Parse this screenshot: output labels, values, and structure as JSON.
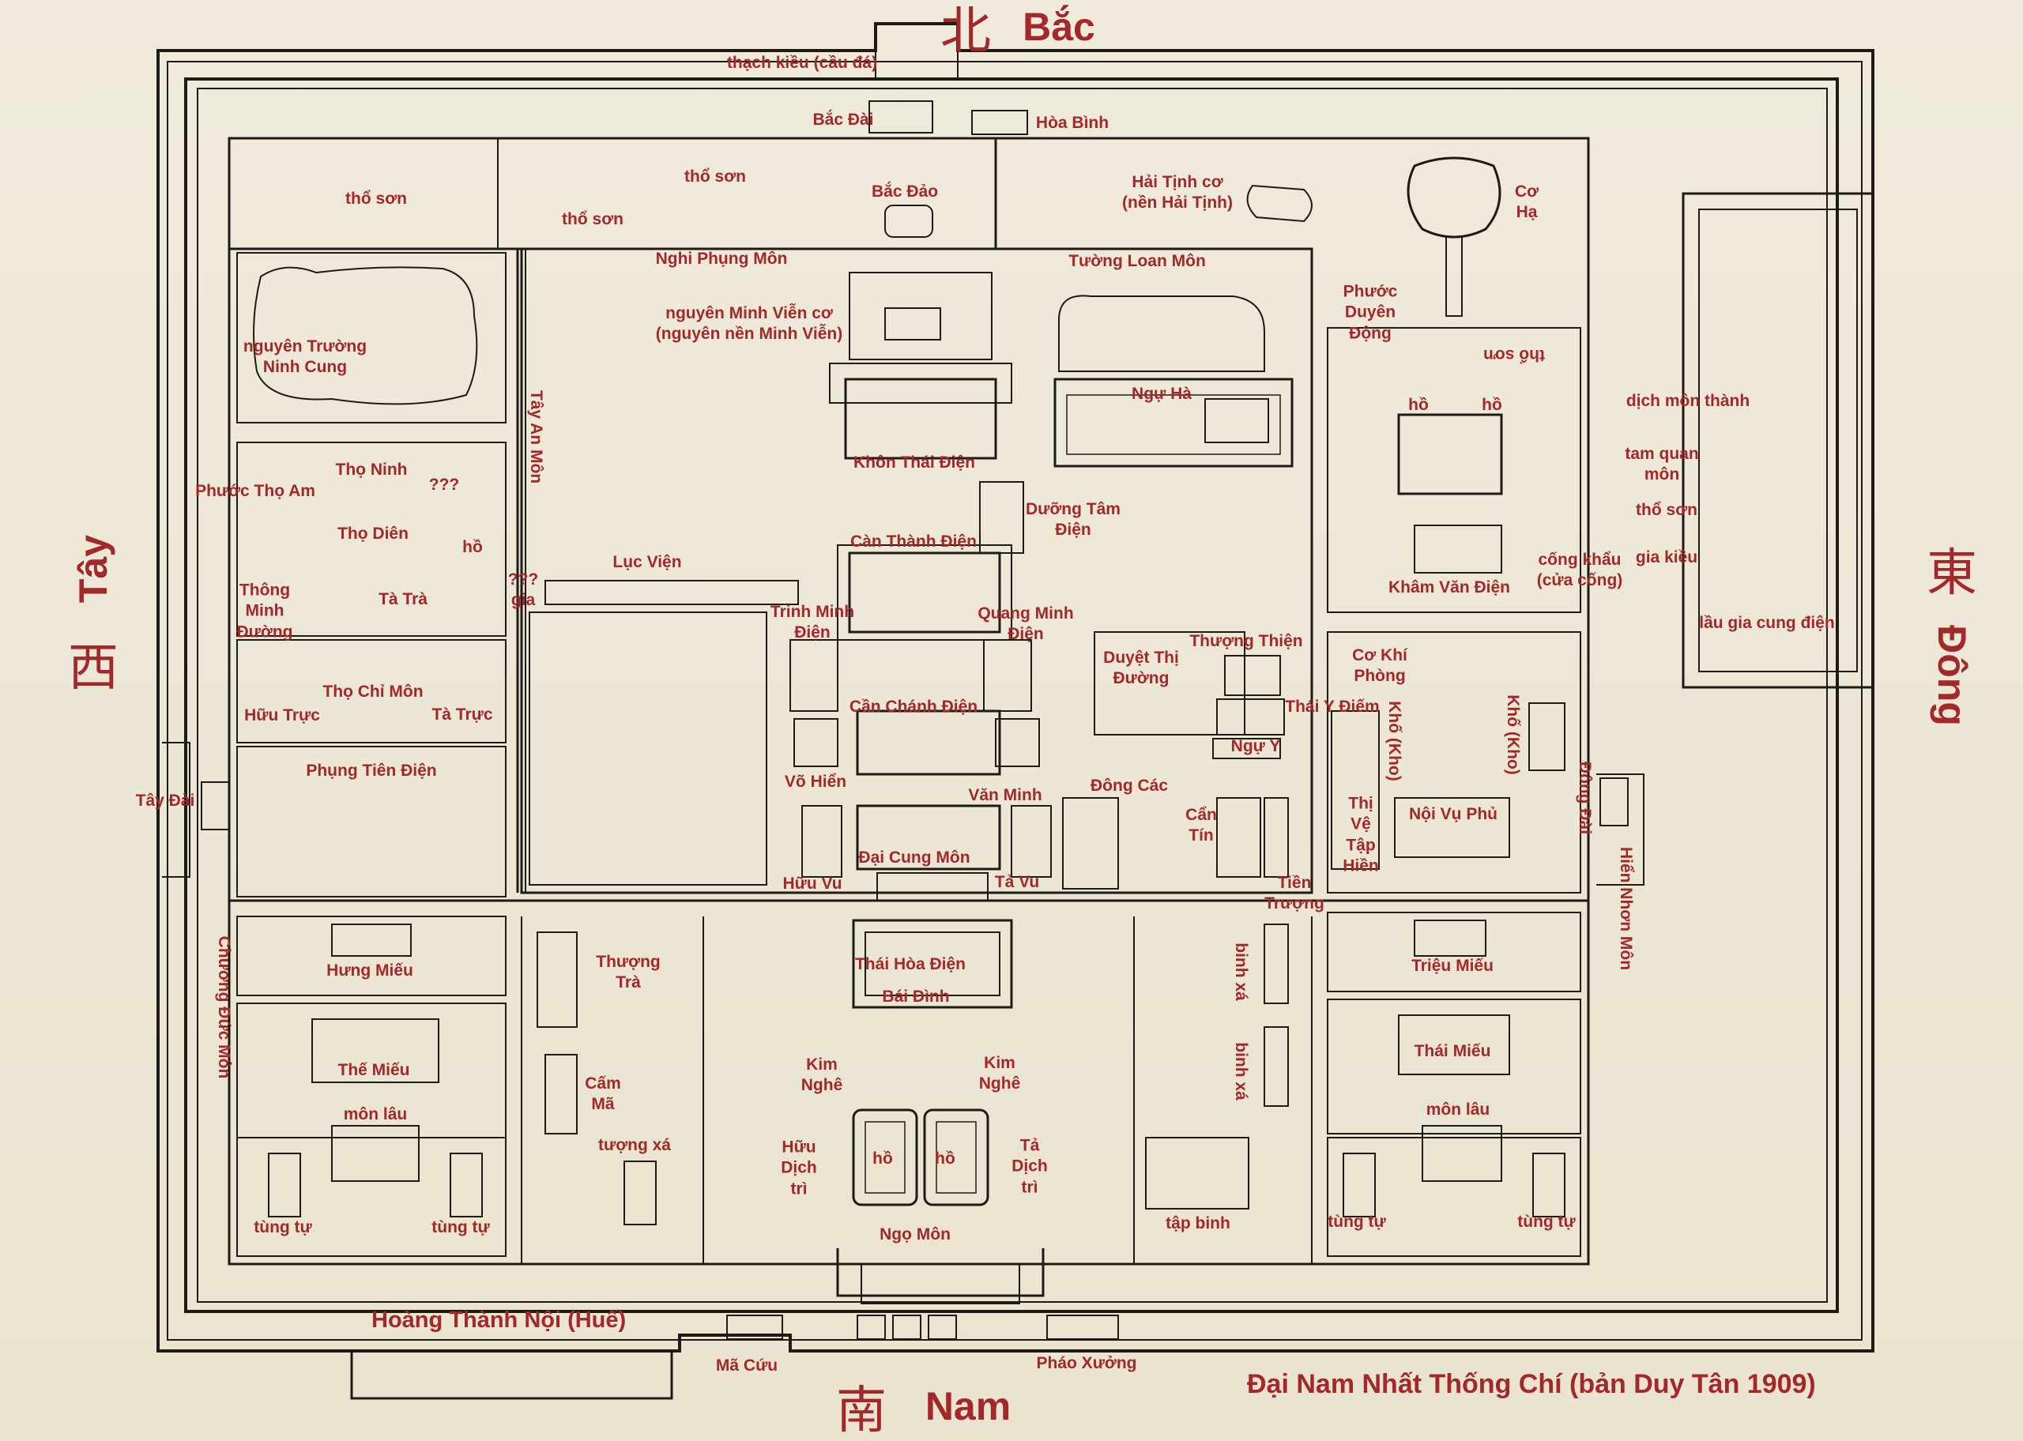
{
  "directions": {
    "north": "Bắc",
    "north_char": "北",
    "south": "Nam",
    "south_char": "南",
    "west": "Tây",
    "west_char": "西",
    "east": "Đông",
    "east_char": "東"
  },
  "titles": {
    "map_name": "Hoàng Thành Nội (Huế)",
    "source": "Đại Nam Nhất Thống Chí (bản Duy Tân 1909)"
  },
  "labels": {
    "thach_kieu": "thạch kiều (cầu đá)",
    "bac_dai": "Bắc Đài",
    "hoa_binh": "Hòa Bình",
    "tho_son_1": "thổ sơn",
    "tho_son_2": "thổ sơn",
    "tho_son_3": "thổ sơn",
    "bac_dao": "Bắc Đảo",
    "hai_tinh_co": "Hải Tịnh cơ\n(nền Hải Tịnh)",
    "co_ha": "Cơ\nHạ",
    "nghi_phung_mon": "Nghi Phụng Môn",
    "tuong_loan_mon": "Tường Loan Môn",
    "nguyen_minh_vien_co": "nguyên Minh Viễn cơ\n(nguyên nền Minh Viễn)",
    "phuoc_duyen_dong": "Phước\nDuyên\nĐộng",
    "tho_son_flipped": "thổ sơn",
    "nguyen_truong_ninh_cung": "nguyên Trường\nNinh Cung",
    "ngu_ha": "Ngự Hà",
    "ho_1": "hồ",
    "ho_2": "hồ",
    "dich_mon_thanh": "dịch môn thành",
    "tam_quan_mon": "tam quan\nmôn",
    "tho_son_east": "thổ sơn",
    "gia_kieu": "gia kiều",
    "lau_gia_cung_dien": "lầu gia cung điện",
    "tay_an_mon": "Tây An Môn",
    "khon_thai_dien": "Khôn Thái Điện",
    "tho_ninh": "Thọ Ninh",
    "phuoc_tho_am": "Phước Thọ Am",
    "qqq_1": "???",
    "tho_dien": "Thọ Diên",
    "ho_3": "hồ",
    "duong_tam_dien": "Dưỡng Tâm\nĐiện",
    "can_thanh_dien": "Càn Thành Điện",
    "cong_khau": "cống khẩu\n(cửa cống)",
    "kham_van_dien": "Khâm Văn Điện",
    "luc_vien": "Lục Viện",
    "qqq_gia": "???\ngia",
    "thong_minh_duong": "Thông\nMinh\nĐường",
    "ta_tra": "Tà Trà",
    "trinh_minh_dien": "Trinh Minh\nĐiện",
    "quang_minh_dien": "Quang Minh\nĐiện",
    "thuong_thien": "Thượng Thiện",
    "duyet_thi_duong": "Duyệt Thị\nĐường",
    "co_khi_phong": "Cơ Khí\nPhòng",
    "tho_chi_mon": "Thọ Chỉ Môn",
    "huu_truc": "Hữu Trực",
    "ta_truc": "Tà Trực",
    "can_chanh_dien": "Cần Chánh Điện",
    "thai_y_diem": "Thái Y Điếm",
    "kho_kho_1": "Khố (Kho)",
    "kho_kho_2": "Khố (Kho)",
    "ngu_y": "Ngự Y",
    "phung_tien_dien": "Phụng Tiên Điện",
    "tay_dai": "Tây Đài",
    "vo_hien": "Võ Hiển",
    "van_minh": "Văn Minh",
    "dong_cac": "Đông Các",
    "can_tin": "Cẩn\nTín",
    "thi_ve_tap_hien": "Thị\nVệ\nTập\nHiền",
    "noi_vu_phu": "Nội Vụ Phủ",
    "dong_dai": "Đông Đài",
    "dai_cung_mon": "Đại Cung Môn",
    "huu_vu": "Hữu Vu",
    "ta_vu": "Tả Vu",
    "tien_truong": "Tiền\nTrượng",
    "hien_nhon_mon": "Hiển Nhơn Môn",
    "chuong_duc_mon": "Chương Đức Môn",
    "hung_mieu": "Hưng Miếu",
    "thuong_tra": "Thượng\nTrà",
    "thai_hoa_dien": "Thái Hòa Điện",
    "bai_dinh": "Bái Đình",
    "binh_xa_1": "binh xá",
    "binh_xa_2": "binh xá",
    "trieu_mieu": "Triệu Miếu",
    "the_mieu": "Thế Miếu",
    "cam_ma": "Cấm\nMã",
    "kim_nghe_1": "Kim\nNghê",
    "kim_nghe_2": "Kim\nNghê",
    "thai_mieu": "Thái Miếu",
    "mon_lau_1": "môn lâu",
    "mon_lau_2": "môn lâu",
    "tuong_xa": "tượng xá",
    "huu_dich_tri": "Hữu\nDịch\ntrì",
    "ho_4": "hồ",
    "ho_5": "hồ",
    "ta_dich_tri": "Tả\nDịch\ntrì",
    "tung_tu_1": "tùng tự",
    "tung_tu_2": "tùng tự",
    "tap_binh": "tập binh",
    "tung_tu_3": "tùng tự",
    "tung_tu_4": "tùng tự",
    "ngo_mon": "Ngọ Môn",
    "ma_cuu": "Mã Cứu",
    "phao_xuong": "Pháo Xưởng"
  },
  "colors": {
    "paper": "#ece7d5",
    "ink": "#1e1a16",
    "label_red": "#a2282a"
  }
}
